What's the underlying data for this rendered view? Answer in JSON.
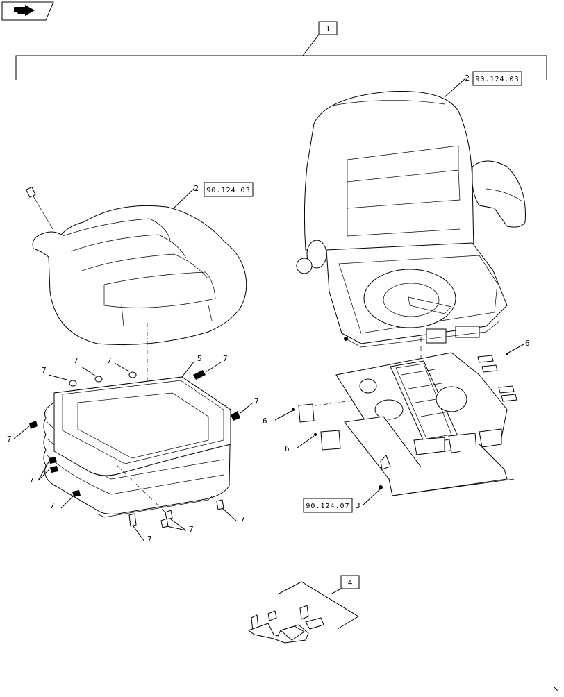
{
  "nav_icon": "next-page-arrow-icon",
  "assembly": {
    "item": "1"
  },
  "seat_back": {
    "item": "2",
    "ref": "90.124.03"
  },
  "seat_cushion": {
    "item": "2",
    "ref": "90.124.03"
  },
  "suspension": {
    "item": "3",
    "ref": "90.124.07"
  },
  "bracket_kit": {
    "item": "4"
  },
  "bellows": {
    "item": "5"
  },
  "slide_pad_labels": [
    "6",
    "6",
    "6"
  ],
  "fastener_labels": [
    "7",
    "7",
    "7",
    "7",
    "7",
    "7",
    "7",
    "7",
    "7",
    "7",
    "7"
  ]
}
